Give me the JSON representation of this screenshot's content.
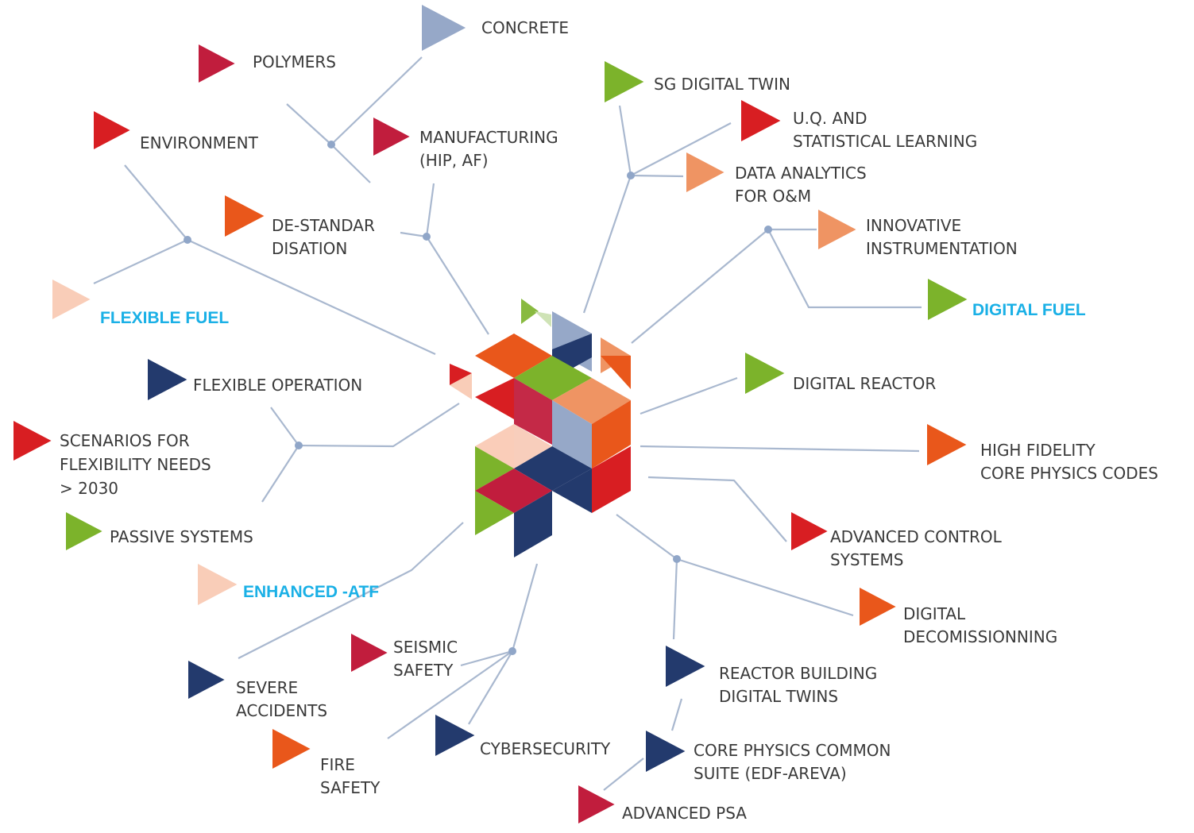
{
  "colors": {
    "line": "#a9b8cf",
    "node": "#90a6c8",
    "highlight_text": "#1ab0e6",
    "red": "#d81e22",
    "crimson": "#c11d3d",
    "orange": "#e9571b",
    "salmon": "#ef9463",
    "peach": "#f9cdb8",
    "green": "#7cb32b",
    "navy": "#233a6d",
    "steel": "#96a8c8"
  },
  "center_graphic": {
    "icon": "multicolor-cube-logo"
  },
  "topics": [
    {
      "id": "concrete",
      "line1": "CONCRETE",
      "line2": "",
      "color": "steel",
      "highlight": false
    },
    {
      "id": "polymers",
      "line1": "POLYMERS",
      "line2": "",
      "color": "crimson",
      "highlight": false
    },
    {
      "id": "environment",
      "line1": "ENVIRONMENT",
      "line2": "",
      "color": "red",
      "highlight": false
    },
    {
      "id": "manufacturing",
      "line1": "MANUFACTURING",
      "line2": "(HIP, AF)",
      "color": "crimson",
      "highlight": false
    },
    {
      "id": "de-standardisation",
      "line1": "DE-STANDAR",
      "line2": "DISATION",
      "color": "orange",
      "highlight": false
    },
    {
      "id": "flexible-fuel",
      "line1": "FLEXIBLE FUEL",
      "line2": "",
      "color": "peach",
      "highlight": true
    },
    {
      "id": "flexible-operation",
      "line1": "FLEXIBLE OPERATION",
      "line2": "",
      "color": "navy",
      "highlight": false
    },
    {
      "id": "scenarios",
      "line1": "SCENARIOS FOR",
      "line2": "FLEXIBILITY NEEDS",
      "line3": "> 2030",
      "color": "red",
      "highlight": false
    },
    {
      "id": "passive-systems",
      "line1": "PASSIVE SYSTEMS",
      "line2": "",
      "color": "green",
      "highlight": false
    },
    {
      "id": "enhanced-atf",
      "line1": "ENHANCED -ATF",
      "line2": "",
      "color": "peach",
      "highlight": true
    },
    {
      "id": "severe-accidents",
      "line1": "SEVERE",
      "line2": "ACCIDENTS",
      "color": "navy",
      "highlight": false
    },
    {
      "id": "seismic-safety",
      "line1": "SEISMIC",
      "line2": "SAFETY",
      "color": "crimson",
      "highlight": false
    },
    {
      "id": "fire-safety",
      "line1": "FIRE",
      "line2": "SAFETY",
      "color": "orange",
      "highlight": false
    },
    {
      "id": "cybersecurity",
      "line1": "CYBERSECURITY",
      "line2": "",
      "color": "navy",
      "highlight": false
    },
    {
      "id": "sg-digital-twin",
      "line1": "SG DIGITAL TWIN",
      "line2": "",
      "color": "green",
      "highlight": false
    },
    {
      "id": "uq",
      "line1": "U.Q. AND",
      "line2": "STATISTICAL LEARNING",
      "color": "red",
      "highlight": false
    },
    {
      "id": "data-analytics",
      "line1": "DATA ANALYTICS",
      "line2": "FOR O&M",
      "color": "salmon",
      "highlight": false
    },
    {
      "id": "innovative-instrumentation",
      "line1": "INNOVATIVE",
      "line2": "INSTRUMENTATION",
      "color": "salmon",
      "highlight": false
    },
    {
      "id": "digital-fuel",
      "line1": "DIGITAL FUEL",
      "line2": "",
      "color": "green",
      "highlight": true
    },
    {
      "id": "digital-reactor",
      "line1": "DIGITAL REACTOR",
      "line2": "",
      "color": "green",
      "highlight": false
    },
    {
      "id": "high-fidelity",
      "line1": "HIGH FIDELITY",
      "line2": "CORE PHYSICS CODES",
      "color": "orange",
      "highlight": false
    },
    {
      "id": "advanced-control",
      "line1": "ADVANCED CONTROL",
      "line2": "SYSTEMS",
      "color": "red",
      "highlight": false
    },
    {
      "id": "digital-decommissioning",
      "line1": "DIGITAL",
      "line2": "DECOMISSIONNING",
      "color": "orange",
      "highlight": false
    },
    {
      "id": "reactor-building",
      "line1": "REACTOR BUILDING",
      "line2": "DIGITAL TWINS",
      "color": "navy",
      "highlight": false
    },
    {
      "id": "core-physics-suite",
      "line1": "CORE PHYSICS COMMON",
      "line2": "SUITE (EDF-AREVA)",
      "color": "navy",
      "highlight": false
    },
    {
      "id": "advanced-psa",
      "line1": "ADVANCED PSA",
      "line2": "",
      "color": "crimson",
      "highlight": false
    }
  ]
}
